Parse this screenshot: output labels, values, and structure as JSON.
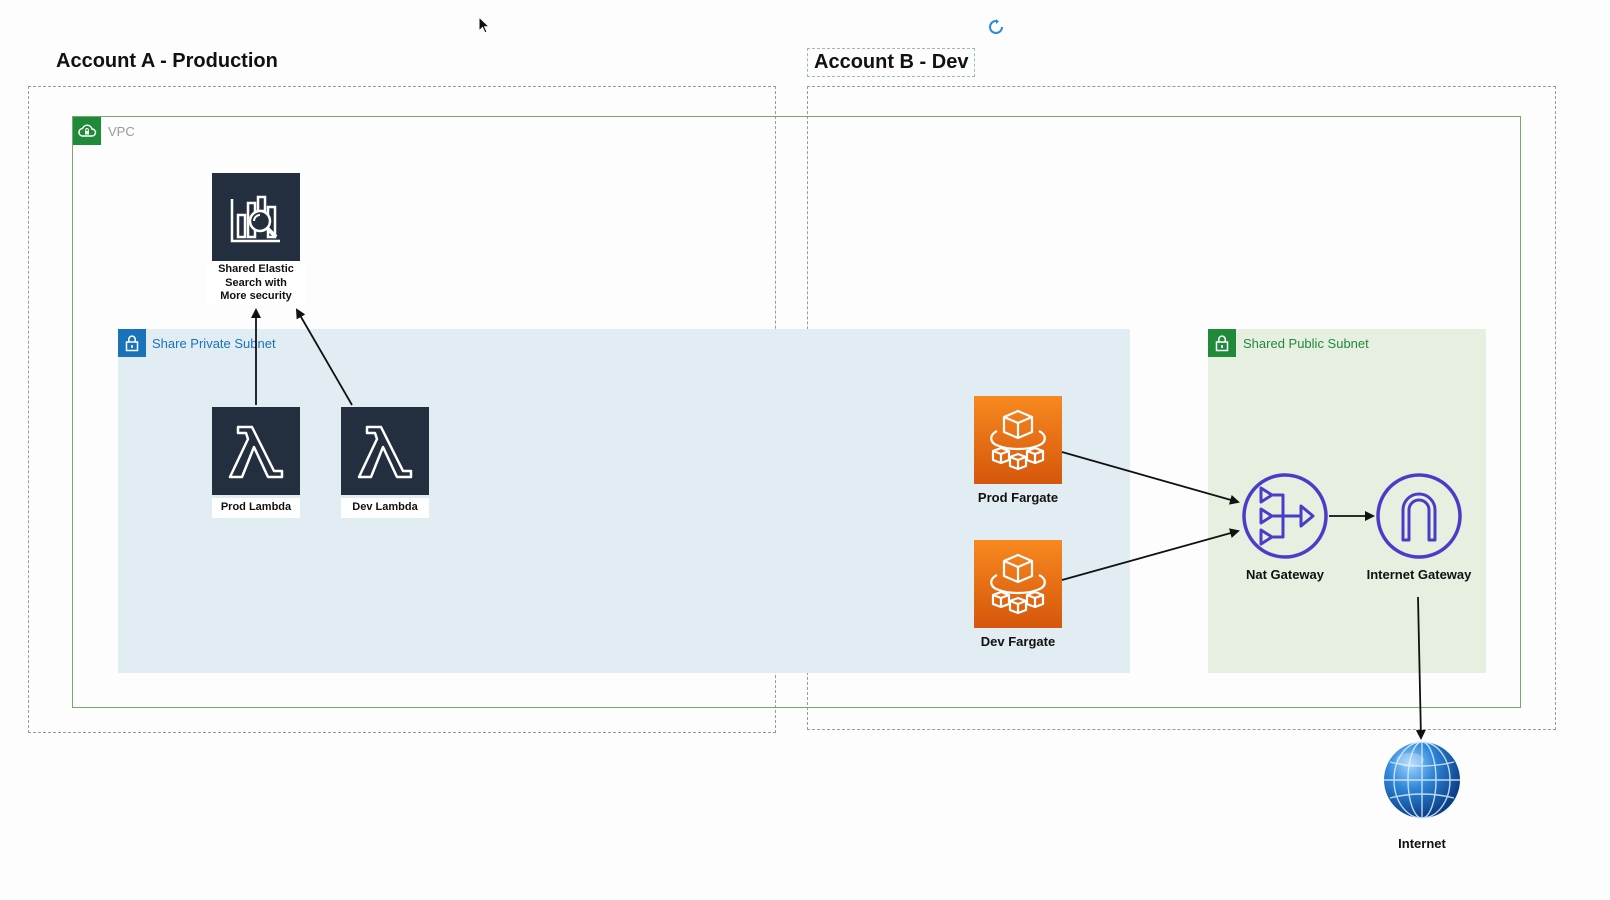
{
  "accounts": {
    "a": {
      "title": "Account A - Production"
    },
    "b": {
      "title": "Account B - Dev"
    }
  },
  "vpc": {
    "label": "VPC",
    "icon": "cloud-lock-icon"
  },
  "subnets": {
    "private": {
      "label": "Share Private Subnet",
      "icon": "lock-icon",
      "color": "#1a73b8"
    },
    "public": {
      "label": "Shared Public Subnet",
      "icon": "lock-icon",
      "color": "#1f8a3a"
    }
  },
  "nodes": {
    "elastic": {
      "line1": "Shared Elastic",
      "line2": "Search with",
      "line3": "More security",
      "icon": "elasticsearch-icon"
    },
    "prod_lambda": {
      "label": "Prod Lambda",
      "icon": "lambda-icon"
    },
    "dev_lambda": {
      "label": "Dev Lambda",
      "icon": "lambda-icon"
    },
    "prod_fargate": {
      "label": "Prod Fargate",
      "icon": "fargate-icon"
    },
    "dev_fargate": {
      "label": "Dev Fargate",
      "icon": "fargate-icon"
    },
    "nat": {
      "label": "Nat Gateway",
      "icon": "nat-gateway-icon"
    },
    "igw": {
      "label": "Internet Gateway",
      "icon": "internet-gateway-icon"
    },
    "internet": {
      "label": "Internet",
      "icon": "globe-icon"
    }
  },
  "colors": {
    "aws_dark": "#232f3e",
    "fargate_orange": "#e8741a",
    "gateway_purple": "#4b3cc7",
    "vpc_green": "#7aa76b"
  }
}
